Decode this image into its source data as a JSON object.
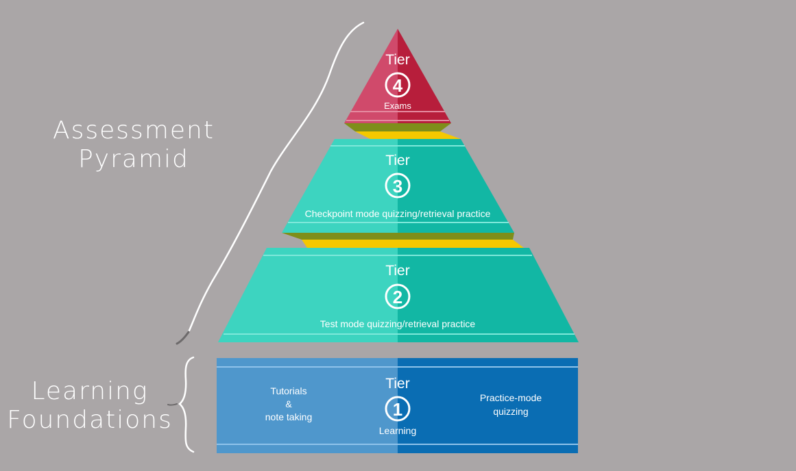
{
  "labels": {
    "assessment_line1": "Assessment",
    "assessment_line2": "Pyramid",
    "learning_line1": "Learning",
    "learning_line2": "Foundations"
  },
  "tiers": [
    {
      "heading": "Tier",
      "number": "4",
      "caption": "Exams"
    },
    {
      "heading": "Tier",
      "number": "3",
      "caption": "Checkpoint mode quizzing/retrieval practice"
    },
    {
      "heading": "Tier",
      "number": "2",
      "caption": "Test mode quizzing/retrieval practice"
    },
    {
      "heading": "Tier",
      "number": "1",
      "caption": "Learning"
    }
  ],
  "tier1": {
    "left_line1": "Tutorials",
    "left_line2": "&",
    "left_line3": "note taking",
    "right_line1": "Practice-mode",
    "right_line2": "quizzing"
  },
  "colors": {
    "background": "#aaa6a7",
    "tier4": "#c5334f",
    "tier3": "#2fcbb6",
    "tier2": "#2fcbb6",
    "tier1_left": "#4f97cc",
    "tier1_right": "#0a6db3",
    "connector": "#f5c800"
  }
}
